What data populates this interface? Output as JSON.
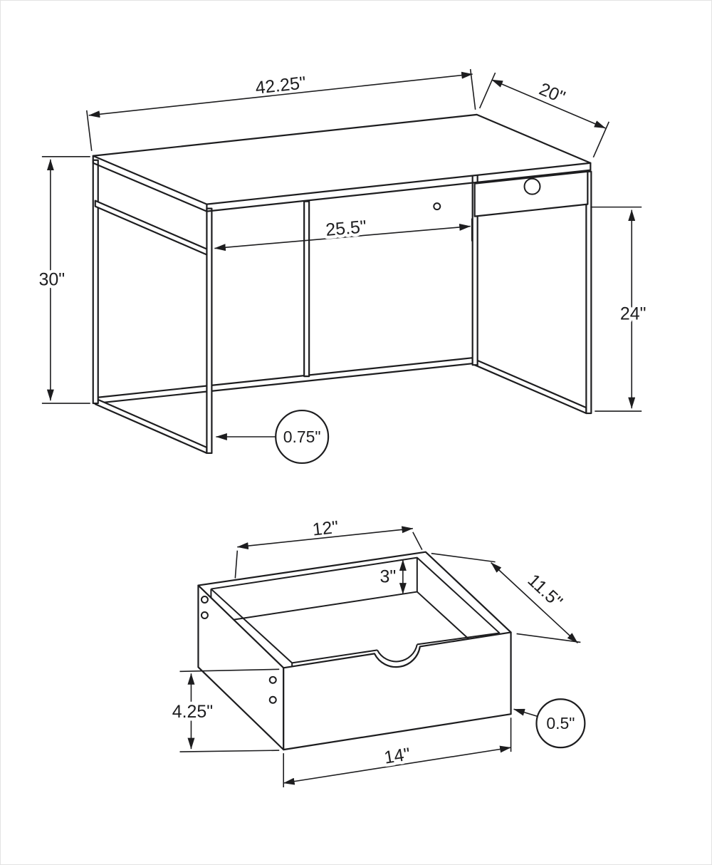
{
  "drawing": {
    "desk": {
      "width_top": "42.25\"",
      "depth_top": "20\"",
      "height_overall": "30\"",
      "knee_clearance_width": "25.5\"",
      "clearance_height": "24\"",
      "frame_tube": "0.75\""
    },
    "drawer": {
      "inner_width": "12\"",
      "inner_depth": "3\"",
      "side_depth": "11.5\"",
      "front_height": "4.25\"",
      "panel_thickness": "0.5\"",
      "outer_width": "14\""
    }
  }
}
